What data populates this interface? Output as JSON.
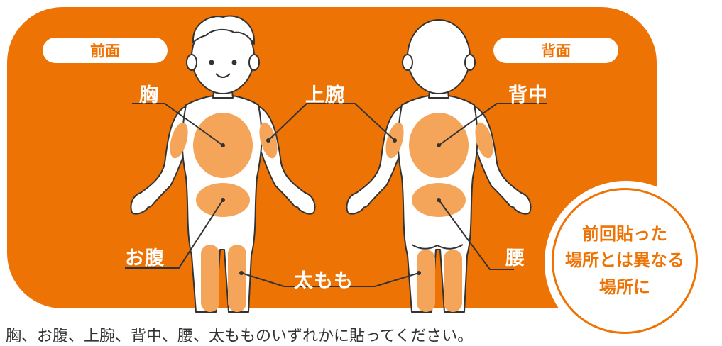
{
  "panel": {
    "front_pill": "前面",
    "back_pill": "背面"
  },
  "labels": {
    "chest": "胸",
    "upper_arm": "上腕",
    "back_center": "背中",
    "belly": "お腹",
    "lower_back": "腰",
    "thigh": "太もも"
  },
  "badge": {
    "line1": "前回貼った",
    "line2": "場所とは異なる",
    "line3": "場所に"
  },
  "caption": "胸、お腹、上腕、背中、腰、太もものいずれかに貼ってください。",
  "colors": {
    "accent": "#ee7305",
    "patch": "#f4a559",
    "body_fill": "#ffffff",
    "outline": "#333333"
  }
}
